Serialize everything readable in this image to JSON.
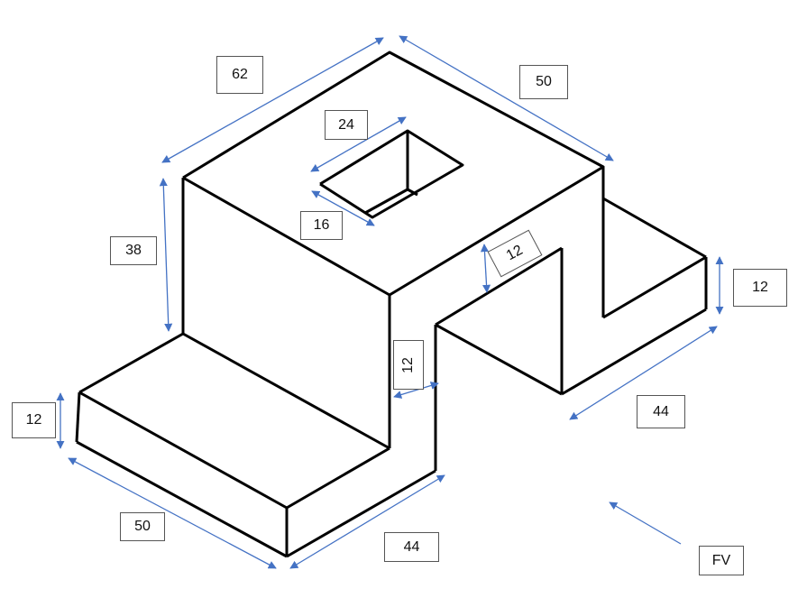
{
  "colors": {
    "outline": "#000000",
    "dimension": "#4472C4"
  },
  "dimensions": {
    "top_length": "62",
    "top_depth": "50",
    "hole_length": "24",
    "hole_width": "16",
    "block_height": "38",
    "slot_wall": "12",
    "right_step_height": "12",
    "slot_gap": "12",
    "left_step_height": "12",
    "right_step_length": "44",
    "bottom_depth": "50",
    "bottom_length": "44"
  },
  "view_label": "FV"
}
